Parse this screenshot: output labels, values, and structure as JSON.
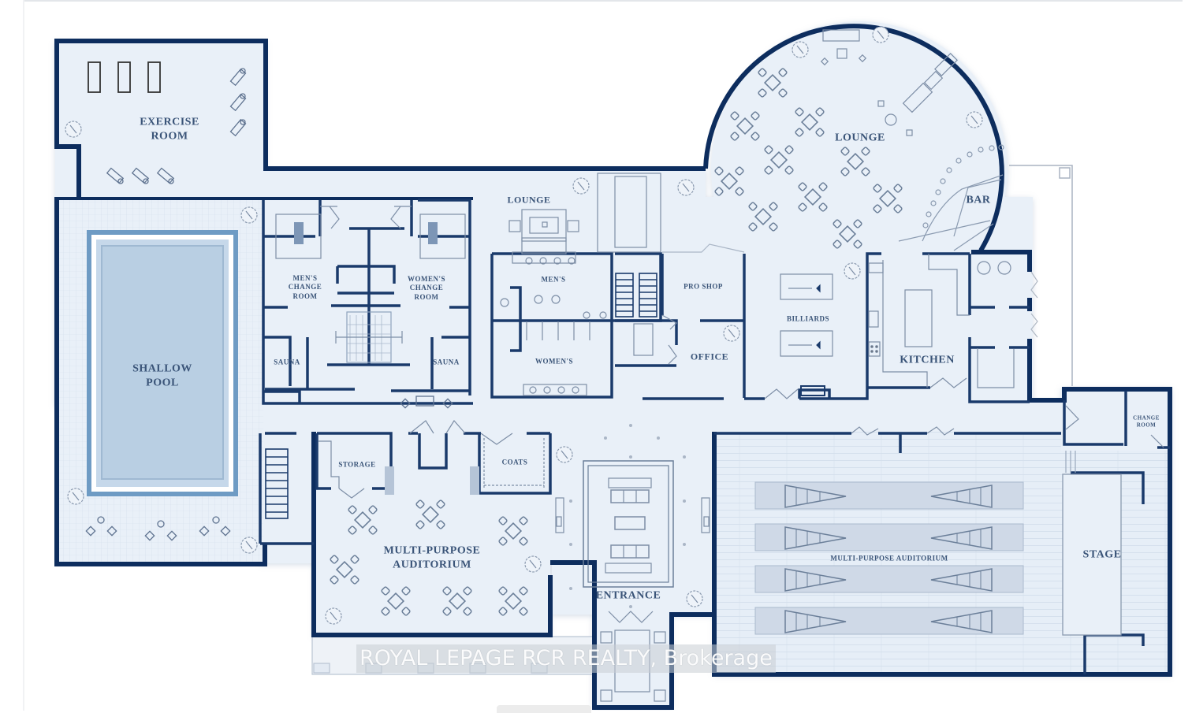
{
  "floor_plan": {
    "colors": {
      "wall": "#0d2d5e",
      "floor": "#e9f0f8",
      "pool_water": "#b9cfe3",
      "pool_border": "#6e9bc4",
      "furniture": "#6b7f99",
      "label": "#3a5478",
      "background": "#ffffff"
    },
    "rooms": {
      "exercise_room": "EXERCISE\nROOM",
      "shallow_pool": "SHALLOW\nPOOL",
      "mens_change_room": "MEN'S\nCHANGE\nROOM",
      "womens_change_room": "WOMEN'S\nCHANGE\nROOM",
      "sauna_left": "SAUNA",
      "sauna_right": "SAUNA",
      "lounge_small": "LOUNGE",
      "mens": "MEN'S",
      "womens": "WOMEN'S",
      "pro_shop": "PRO SHOP",
      "office": "OFFICE",
      "lounge_main": "LOUNGE",
      "bar": "BAR",
      "billiards": "BILLIARDS",
      "kitchen": "KITCHEN",
      "storage": "STORAGE",
      "coats": "COATS",
      "multi_purpose_auditorium_small": "MULTI-PURPOSE\nAUDITORIUM",
      "entrance": "ENTRANCE",
      "multi_purpose_auditorium_large": "MULTI-PURPOSE AUDITORIUM",
      "stage": "STAGE",
      "change_room": "CHANGE\nROOM"
    }
  },
  "watermark": {
    "text": "ROYAL LEPAGE RCR REALTY, Brokerage"
  }
}
